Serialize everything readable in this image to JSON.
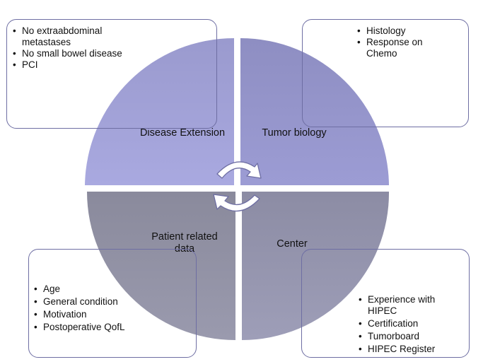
{
  "quadrants": [
    {
      "id": "disease-extension",
      "label": "Disease Extension",
      "color_top": "#9a9ace",
      "color_bottom": "#a9a9e0"
    },
    {
      "id": "tumor-biology",
      "label": "Tumor biology",
      "color_top": "#8e8ec2",
      "color_bottom": "#9c9cd4"
    },
    {
      "id": "patient-related-data",
      "label_lines": [
        "Patient related",
        "data"
      ],
      "color_top": "#8a8a9c",
      "color_bottom": "#9a9aae"
    },
    {
      "id": "center",
      "label": "Center",
      "color_top": "#8c8ca4",
      "color_bottom": "#9e9eb8"
    }
  ],
  "boxes": {
    "disease_extension": [
      "No extraabdominal metastases",
      "No small bowel disease",
      "PCI"
    ],
    "tumor_biology": [
      "Histology",
      "Response on Chemo"
    ],
    "patient_related_data": [
      "Age",
      "General condition",
      "Motivation",
      "Postoperative QofL"
    ],
    "center": [
      "Experience with HIPEC",
      "Certification",
      "Tumorboard",
      "HIPEC Register"
    ]
  },
  "colors": {
    "box_border": "#6e6ea3",
    "arrow_fill": "#ffffff",
    "arrow_stroke": "#6e6ea3"
  }
}
